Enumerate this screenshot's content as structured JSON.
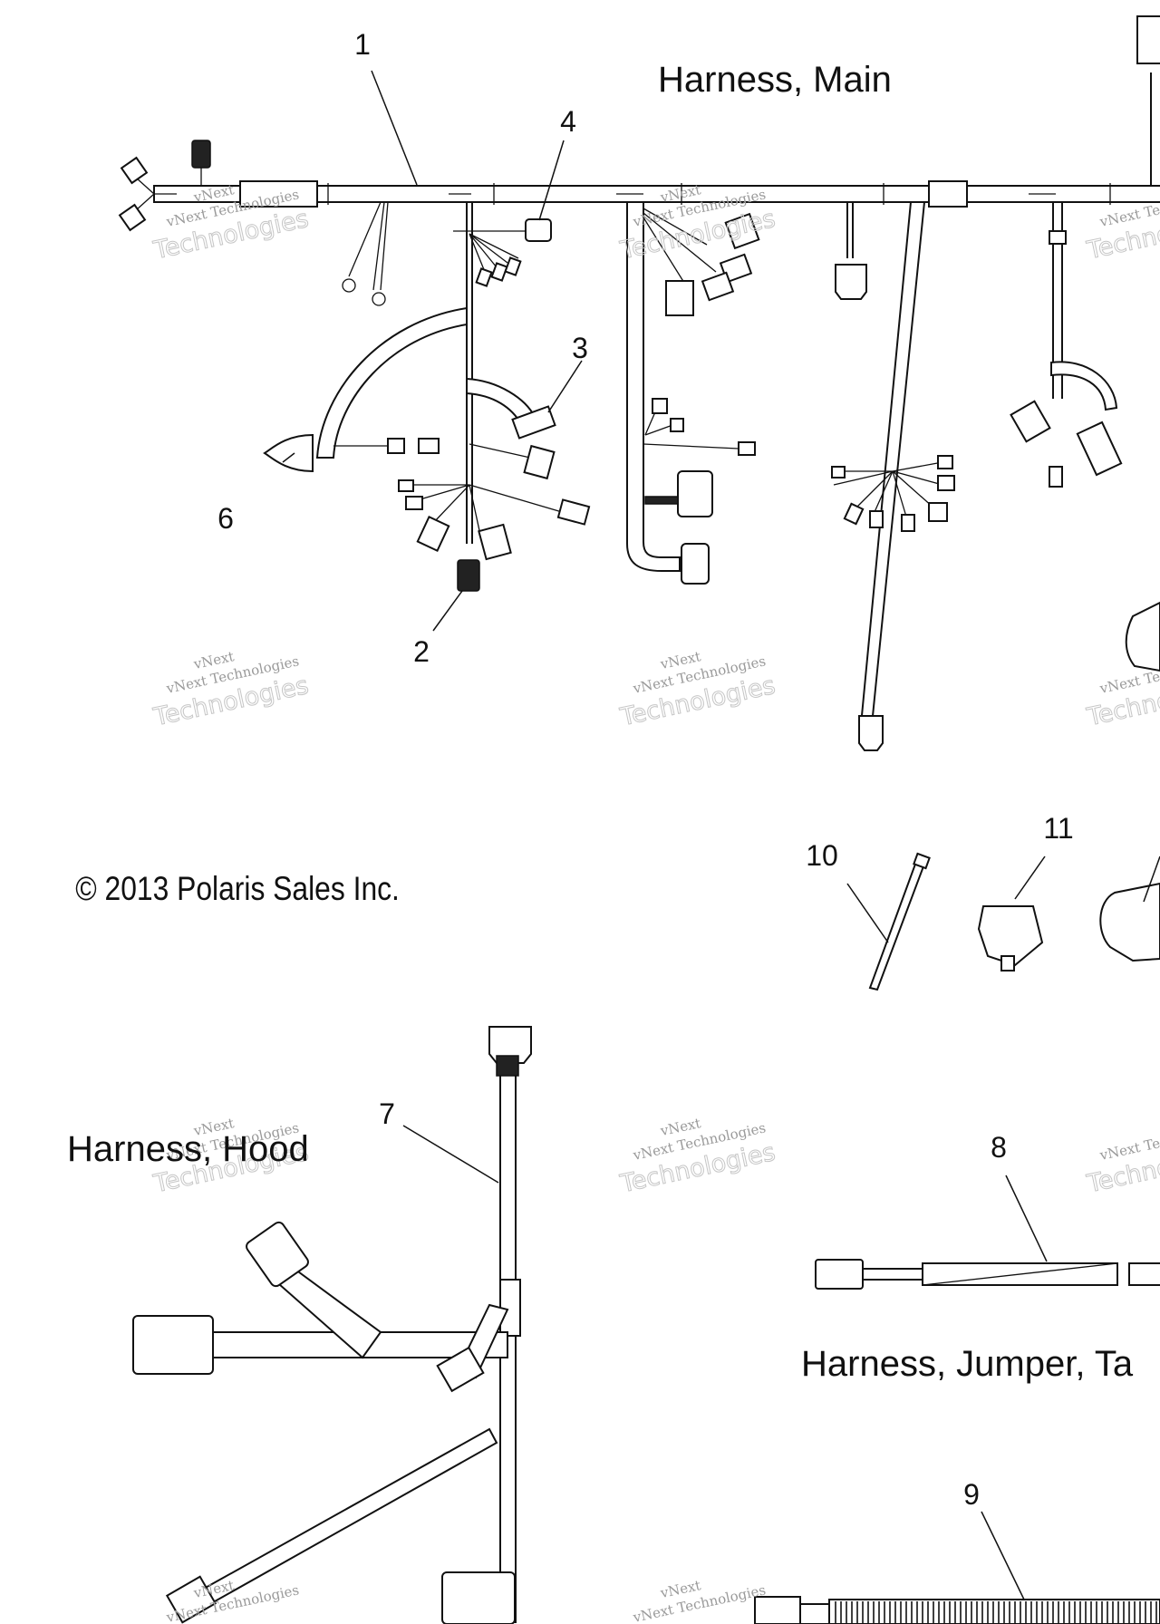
{
  "titles": {
    "main": "Harness, Main",
    "hood": "Harness, Hood",
    "jumper": "Harness, Jumper, Ta"
  },
  "copyright": "© 2013 Polaris Sales Inc.",
  "callouts": [
    "1",
    "2",
    "3",
    "4",
    "6",
    "7",
    "8",
    "9",
    "10",
    "11"
  ],
  "watermark": {
    "brand": "vNext",
    "line1": "vNext Technologies",
    "line2": "Technologies"
  }
}
